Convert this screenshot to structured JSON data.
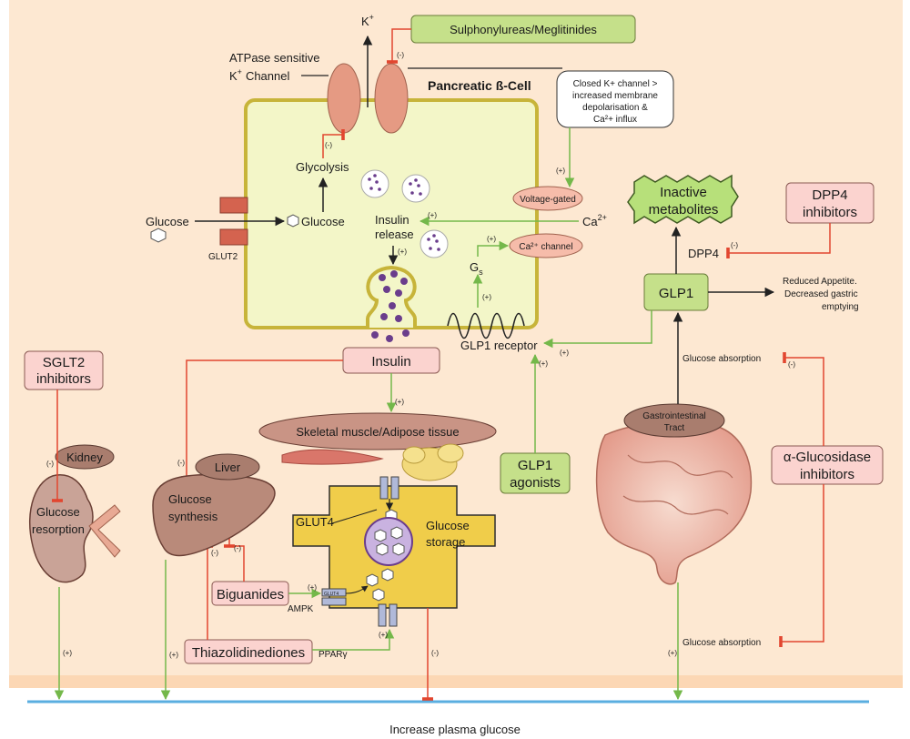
{
  "cell": {
    "title": "Pancreatic ß-Cell",
    "atpase_channel": "ATPase sensitive",
    "k_channel": "K",
    "k_channel_2": "Channel",
    "k_ion": "K",
    "glycolysis": "Glycolysis",
    "glucose_outside": "Glucose",
    "glucose_inside": "Glucose",
    "glut2": "GLUT2",
    "insulin_release_1": "Insulin",
    "insulin_release_2": "release",
    "voltage_gated": "Voltage-gated",
    "ca2_channel": "Ca²⁺ channel",
    "ca2": "Ca",
    "gs": "G",
    "gs_sub": "s",
    "glp1_receptor": "GLP1 receptor",
    "closed_k_note": [
      "Closed K+ channel >",
      "increased membrane",
      "depolarisation &",
      "Ca²+ influx"
    ]
  },
  "drugs": {
    "sulphonylureas": "Sulphonylureas/Meglitinides",
    "sglt2_1": "SGLT2",
    "sglt2_2": "inhibitors",
    "dpp4_1": "DPP4",
    "dpp4_2": "inhibitors",
    "alpha_gluc_1": "α-Glucosidase",
    "alpha_gluc_2": "inhibitors",
    "glp1_agonists_1": "GLP1",
    "glp1_agonists_2": "agonists",
    "biguanides": "Biguanides",
    "thiazolidinediones": "Thiazolidinediones"
  },
  "nodes": {
    "insulin": "Insulin",
    "skeletal": "Skeletal muscle/Adipose tissue",
    "liver": "Liver",
    "glucose_synthesis_1": "Glucose",
    "glucose_synthesis_2": "synthesis",
    "kidney": "Kidney",
    "glucose_resorption_1": "Glucose",
    "glucose_resorption_2": "resorption",
    "glut4": "GLUT4",
    "glucose_storage_1": "Glucose",
    "glucose_storage_2": "storage",
    "ampk": "AMPK",
    "ppar": "PPARγ",
    "glut4_small": "GLUT4",
    "glp1": "GLP1",
    "inactive_1": "Inactive",
    "inactive_2": "metabolites",
    "dpp4_enzyme": "DPP4",
    "reduced_appetite_1": "Reduced Appetite.",
    "reduced_appetite_2": "Decreased gastric",
    "reduced_appetite_3": "emptying",
    "gi_tract_1": "Gastrointestinal",
    "gi_tract_2": "Tract",
    "glucose_absorption_top": "Glucose absorption",
    "glucose_absorption_bottom": "Glucose absorption",
    "plasma_glucose": "Increase plasma glucose"
  },
  "signs": {
    "plus": "(+)",
    "minus": "(-)"
  },
  "superscripts": {
    "plus": "+",
    "two_plus": "2+"
  },
  "colors": {
    "background_panel": "#fde8d2",
    "cell_fill": "#f3f6c8",
    "cell_border": "#c7b43a",
    "red_box": "#fbd3cf",
    "green_box": "#c5e08a",
    "inhibit_line": "#e2462f",
    "activate_line": "#74b84a",
    "plasma_line": "#5aaee0",
    "organ_brown": "#b98a7a"
  }
}
